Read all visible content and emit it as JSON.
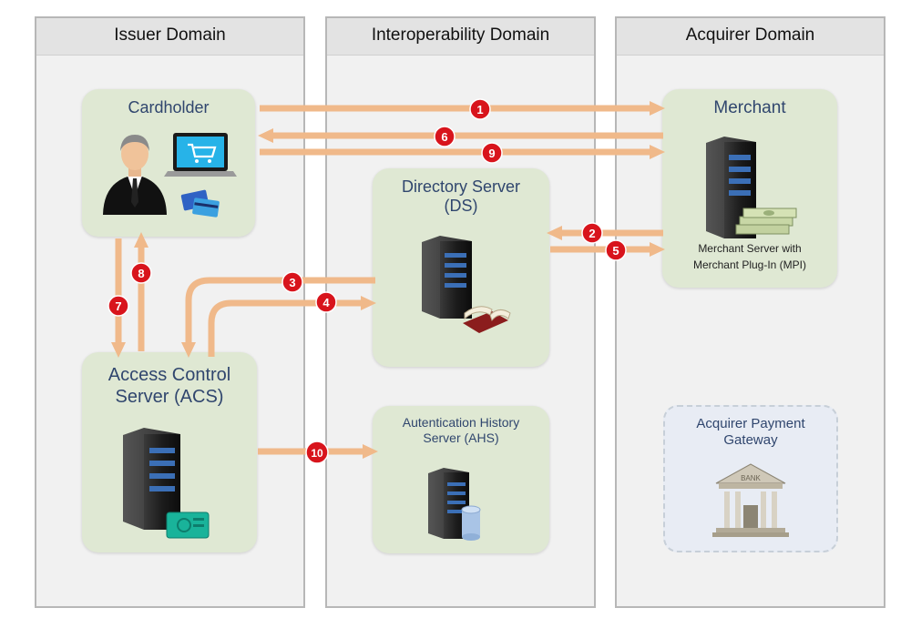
{
  "domains": {
    "issuer": "Issuer Domain",
    "interop": "Interoperability Domain",
    "acquirer": "Acquirer Domain"
  },
  "boxes": {
    "cardholder": "Cardholder",
    "merchant": "Merchant",
    "merchant_server": [
      "Merchant Server with",
      "Merchant Plug-In (MPI)"
    ],
    "ds": [
      "Directory Server",
      "(DS)"
    ],
    "acs": [
      "Access Control",
      "Server (ACS)"
    ],
    "ahs": [
      "Autentication History",
      "Server (AHS)"
    ],
    "apg": [
      "Acquirer Payment",
      "Gateway"
    ],
    "bank_sign": "BANK"
  },
  "steps": [
    "1",
    "2",
    "3",
    "4",
    "5",
    "6",
    "7",
    "8",
    "9",
    "10"
  ],
  "colors": {
    "arrow": "#f0b98a",
    "step": "#d8141c",
    "box": "#dfe8d3",
    "title": "#30466e"
  }
}
